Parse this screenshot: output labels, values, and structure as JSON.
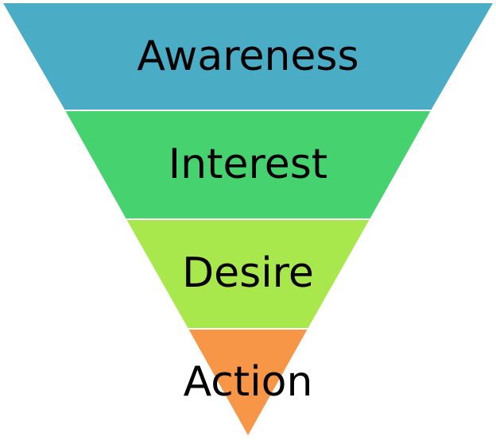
{
  "funnel": {
    "stages": [
      {
        "label": "Awareness",
        "color": "#4bacc6"
      },
      {
        "label": "Interest",
        "color": "#46d36f"
      },
      {
        "label": "Desire",
        "color": "#a8e84c"
      },
      {
        "label": "Action",
        "color": "#f79646"
      }
    ],
    "divider_color": "#ffffff"
  }
}
